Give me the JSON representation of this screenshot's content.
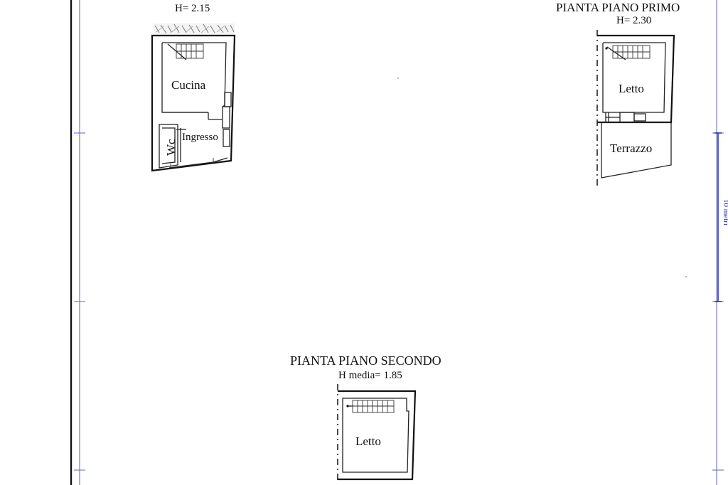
{
  "ground_floor": {
    "height_label": "H= 2.15",
    "rooms": {
      "kitchen": "Cucina",
      "entrance": "Ingresso",
      "wc": "Wc"
    }
  },
  "first_floor": {
    "title": "PIANTA PIANO PRIMO",
    "height_label": "H= 2.30",
    "rooms": {
      "bedroom": "Letto",
      "terrace": "Terrazzo"
    }
  },
  "second_floor": {
    "title": "PIANTA PIANO SECONDO",
    "height_label": "H media= 1.85",
    "rooms": {
      "bedroom": "Letto"
    }
  },
  "scale_bar": {
    "label": "10 metri"
  },
  "colors": {
    "frame_blue": "#5b63c9",
    "scale_blue": "#2630b8",
    "ink": "#111111"
  }
}
